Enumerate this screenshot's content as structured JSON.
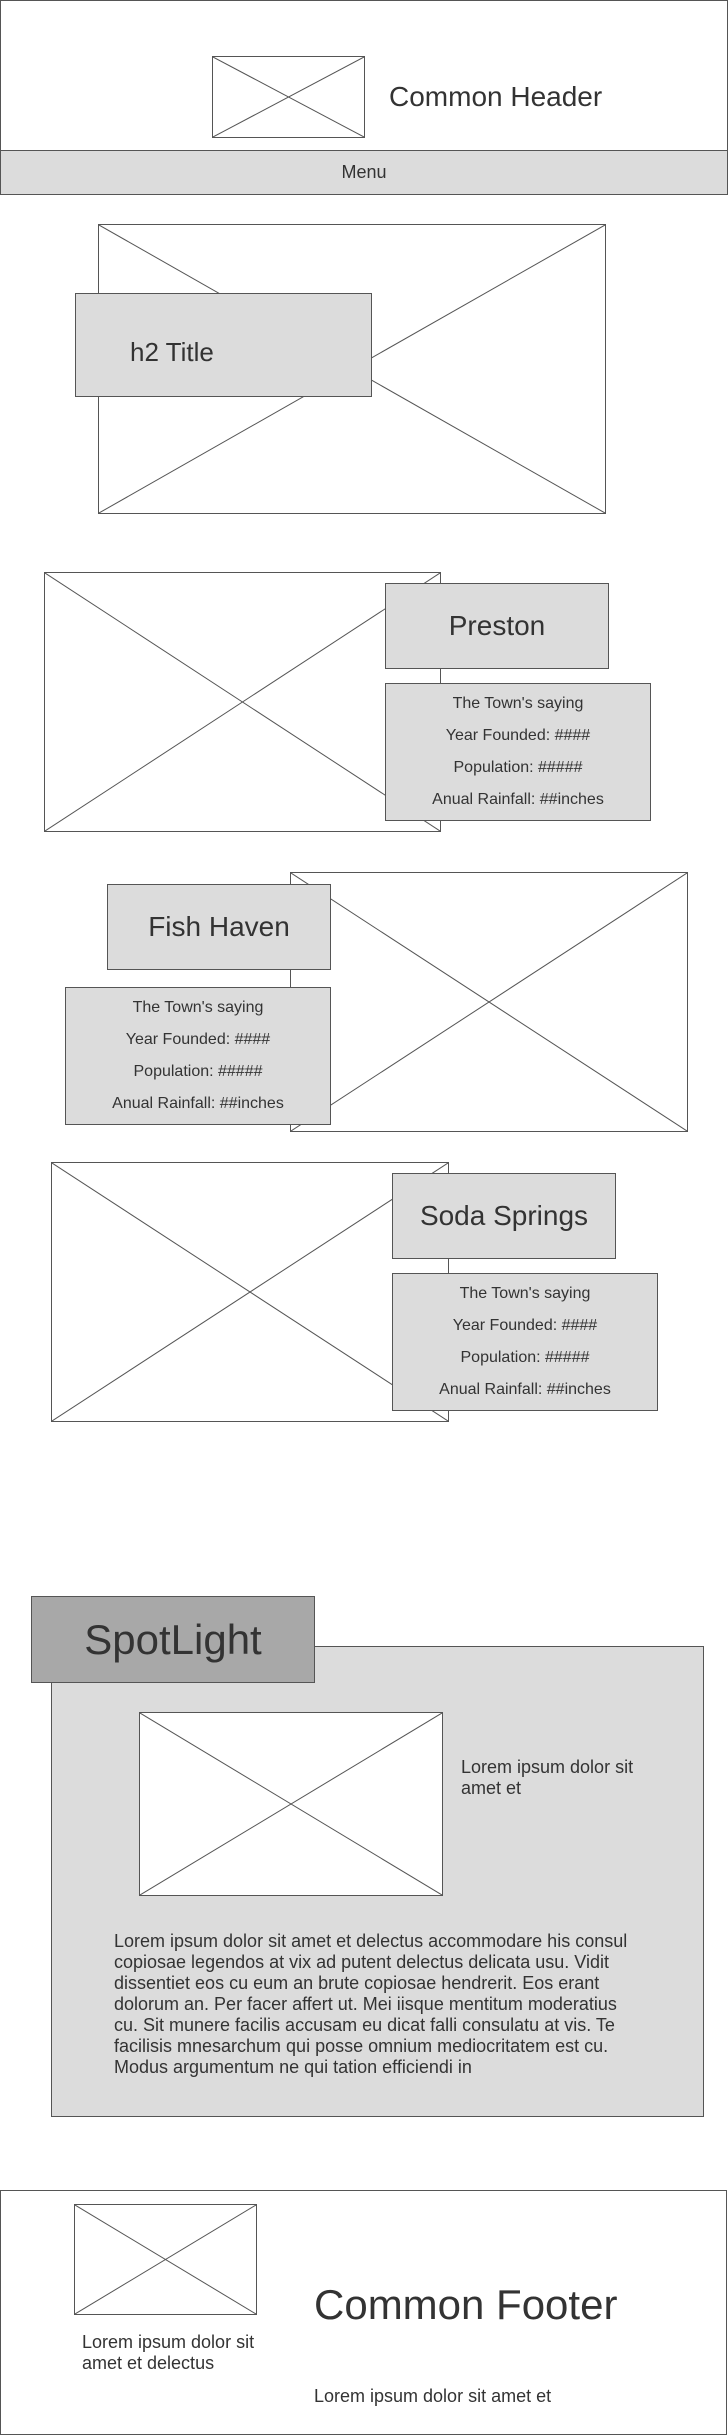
{
  "header": {
    "title": "Common Header"
  },
  "nav": {
    "menu_label": "Menu"
  },
  "hero": {
    "title": "h2 Title"
  },
  "towns": [
    {
      "name": "Preston",
      "saying": "The Town's saying",
      "founded": "Year Founded: ####",
      "population": "Population: #####",
      "rainfall": "Anual Rainfall: ##inches"
    },
    {
      "name": "Fish Haven",
      "saying": "The Town's saying",
      "founded": "Year Founded: ####",
      "population": "Population: #####",
      "rainfall": "Anual Rainfall: ##inches"
    },
    {
      "name": "Soda Springs",
      "saying": "The Town's saying",
      "founded": "Year Founded: ####",
      "population": "Population: #####",
      "rainfall": "Anual Rainfall: ##inches"
    }
  ],
  "spotlight": {
    "title": "SpotLight",
    "caption": "Lorem ipsum dolor sit amet et",
    "body": "Lorem ipsum dolor sit amet et delectus accommodare his consul copiosae legendos at vix ad putent delectus delicata usu. Vidit dissentiet eos cu eum an brute copiosae hendrerit. Eos erant dolorum an. Per facer affert ut. Mei iisque mentitum moderatius cu. Sit munere facilis accusam eu dicat falli consulatu at vis. Te facilisis mnesarchum qui posse omnium mediocritatem est cu. Modus argumentum ne qui tation efficiendi in"
  },
  "footer": {
    "title": "Common Footer",
    "image_caption": "Lorem ipsum dolor sit amet et delectus",
    "tagline": "Lorem ipsum dolor sit amet et"
  }
}
